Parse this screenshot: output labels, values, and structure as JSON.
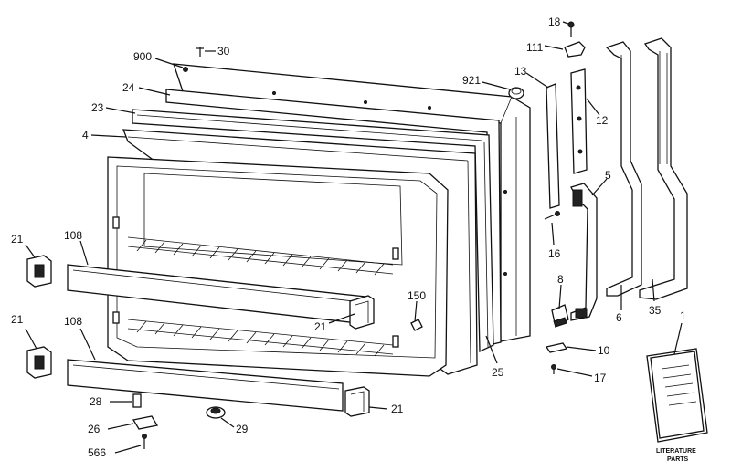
{
  "labels": {
    "l900": "900",
    "l30": "30",
    "l24": "24",
    "l23": "23",
    "l4": "4",
    "l921": "921",
    "l13": "13",
    "l12": "12",
    "l18": "18",
    "l111": "111",
    "l5": "5",
    "l16": "16",
    "l8": "8",
    "l6": "6",
    "l35": "35",
    "l1": "1",
    "l10": "10",
    "l17": "17",
    "l25": "25",
    "l150": "150",
    "l21a": "21",
    "l21b": "21",
    "l21c": "21",
    "l21d": "21",
    "l108a": "108",
    "l108b": "108",
    "l28": "28",
    "l26": "26",
    "l29": "29",
    "l566": "566"
  },
  "literature_parts": {
    "line1": "LITERATURE",
    "line2": "PARTS"
  }
}
